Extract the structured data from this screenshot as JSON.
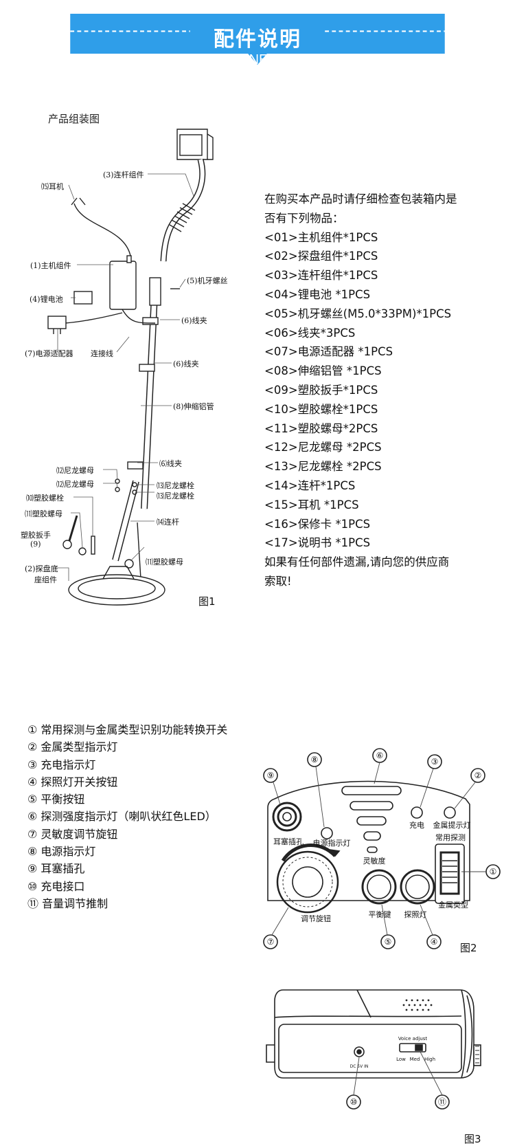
{
  "header": {
    "title": "配件说明",
    "subtitle": "A MACHINE TO GET",
    "accent_color": "#2f9ee9"
  },
  "fig1": {
    "heading": "产品组装图",
    "caption": "图1",
    "labels": {
      "link": "(3)连杆组件",
      "earphone": "⒂耳机",
      "main": "(1)主机组件",
      "battery": "(4)锂电池",
      "screw": "(5)机牙螺丝",
      "clip1": "(6)线夹",
      "clip2": "(6)线夹",
      "adapter": "(7)电源适配器",
      "cable": "连接线",
      "tube": "(8)伸缩铝管",
      "clip3": "⑹线夹",
      "nut12a": "⑿尼龙螺母",
      "nut12b": "⑿尼龙螺母",
      "bolt13a": "⒀尼龙螺栓",
      "bolt13b": "⒀尼龙螺栓",
      "bolt10": "⑽塑胶螺栓",
      "nut11a": "⑾塑胶螺母",
      "wrench_a": "塑胶扳手",
      "wrench_b": "(9)",
      "rod14": "⒁连杆",
      "nut11b": "⑾塑胶螺母",
      "base_a": "(2)探盘底",
      "base_b": "座组件"
    }
  },
  "parts_list": [
    "在购买本产品时请仔细检查包装箱内是",
    "否有下列物品：",
    "<01>主机组件*1PCS",
    "<02>探盘组件*1PCS",
    "<03>连杆组件*1PCS",
    "<04>锂电池 *1PCS",
    "<05>机牙螺丝(M5.0*33PM)*1PCS",
    "<06>线夹*3PCS",
    "<07>电源适配器 *1PCS",
    "<08>伸缩铝管 *1PCS",
    "<09>塑胶扳手*1PCS",
    "<10>塑胶螺栓*1PCS",
    "<11>塑胶螺母*2PCS",
    "<12>尼龙螺母 *2PCS",
    "<13>尼龙螺栓 *2PCS",
    "<14>连杆*1PCS",
    "<15>耳机 *1PCS",
    "<16>保修卡 *1PCS",
    "<17>说明书 *1PCS",
    "如果有任何部件遗漏,请向您的供应商",
    "索取!"
  ],
  "legend": [
    "① 常用探测与金属类型识别功能转换开关",
    "② 金属类型指示灯",
    "③ 充电指示灯",
    "④ 探照灯开关按钮",
    "⑤ 平衡按钮",
    "⑥ 探测强度指示灯（喇叭状红色LED）",
    "⑦ 灵敏度调节旋钮",
    "⑧ 电源指示灯",
    "⑨ 耳塞插孔",
    "⑩ 充电接口",
    "⑪ 音量调节推制"
  ],
  "fig2": {
    "caption": "图2",
    "num1": "①",
    "num2": "②",
    "num3": "③",
    "num4": "④",
    "num5": "⑤",
    "num6": "⑥",
    "num7": "⑦",
    "num8": "⑧",
    "num9": "⑨",
    "earphone_jack": "耳塞插孔",
    "power_led": "电源指示灯",
    "charge": "充电",
    "metal_led": "金属提示灯",
    "normal_mode": "常用探测",
    "metal_type": "金属类型",
    "sensitivity": "灵敏度",
    "knob": "调节旋钮",
    "balance": "平衡键",
    "light": "探照灯"
  },
  "fig3": {
    "caption": "图3",
    "num10": "⑩",
    "num11": "⑪",
    "dc_label": "DC 5V IN",
    "voice_adjust": "Voice adjust",
    "low": "Low",
    "med": "Med",
    "high": "High"
  }
}
